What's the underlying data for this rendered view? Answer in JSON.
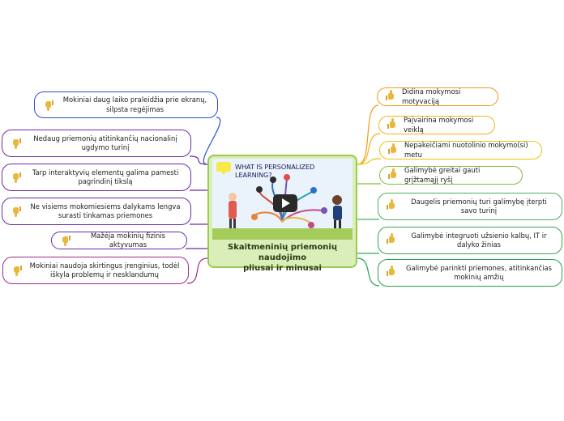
{
  "central": {
    "video_title": "WHAT IS PERSONALIZED LEARNING?",
    "title_line1": "Skaitmeninių priemonių naudojimo",
    "title_line2": "pliusai ir minusai"
  },
  "cons": [
    {
      "text": "Mokiniai daug laiko praleidžia prie ekranų, silpsta regėjimas",
      "icon": "thumbs-down-icon"
    },
    {
      "text": "Nedaug priemonių atitinkančių nacionalinį ugdymo turinį",
      "icon": "thumbs-down-icon"
    },
    {
      "text": "Tarp interaktyvių elementų galima pamesti pagrindinį tikslą",
      "icon": "thumbs-down-icon"
    },
    {
      "text": "Ne visiems mokomiesiems dalykams lengva surasti tinkamas priemones",
      "icon": "thumbs-down-icon"
    },
    {
      "text": "Mažėja mokinių fizinis aktyvumas",
      "icon": "thumbs-down-icon"
    },
    {
      "text": "Mokiniai naudoja skirtingus įrenginius, todėl iškyla problemų ir nesklandumų",
      "icon": "thumbs-down-icon"
    }
  ],
  "pros": [
    {
      "text": "Didina mokymosi motyvaciją",
      "icon": "thumbs-up-icon"
    },
    {
      "text": "Paįvairina mokymosi veiklą",
      "icon": "thumbs-up-icon"
    },
    {
      "text": "Nepakeičiami nuotolinio mokymo(si) metu",
      "icon": "thumbs-up-icon"
    },
    {
      "text": "Galimybė greitai gauti grįžtamąjį ryšį",
      "icon": "thumbs-up-icon"
    },
    {
      "text": "Daugelis priemonių turi galimybę įterpti savo turinį",
      "icon": "thumbs-up-icon"
    },
    {
      "text": "Galimybė integruoti užsienio kalbų, IT ir dalyko žinias",
      "icon": "thumbs-up-icon"
    },
    {
      "text": "Galimybė parinkti priemones, atitinkančias mokinių amžių",
      "icon": "thumbs-up-icon"
    }
  ],
  "colors": {
    "cons": [
      "#2a4fd0",
      "#6a2aa8",
      "#6a2aa8",
      "#6a2aa8",
      "#6a2aa8",
      "#a12a8a"
    ],
    "pros": [
      "#f39a16",
      "#f3b316",
      "#e8c414",
      "#7dc23a",
      "#4cb05a",
      "#37a845",
      "#27a24a"
    ],
    "central_border": "#9bca4f",
    "central_fill": "#d9eeb8"
  }
}
